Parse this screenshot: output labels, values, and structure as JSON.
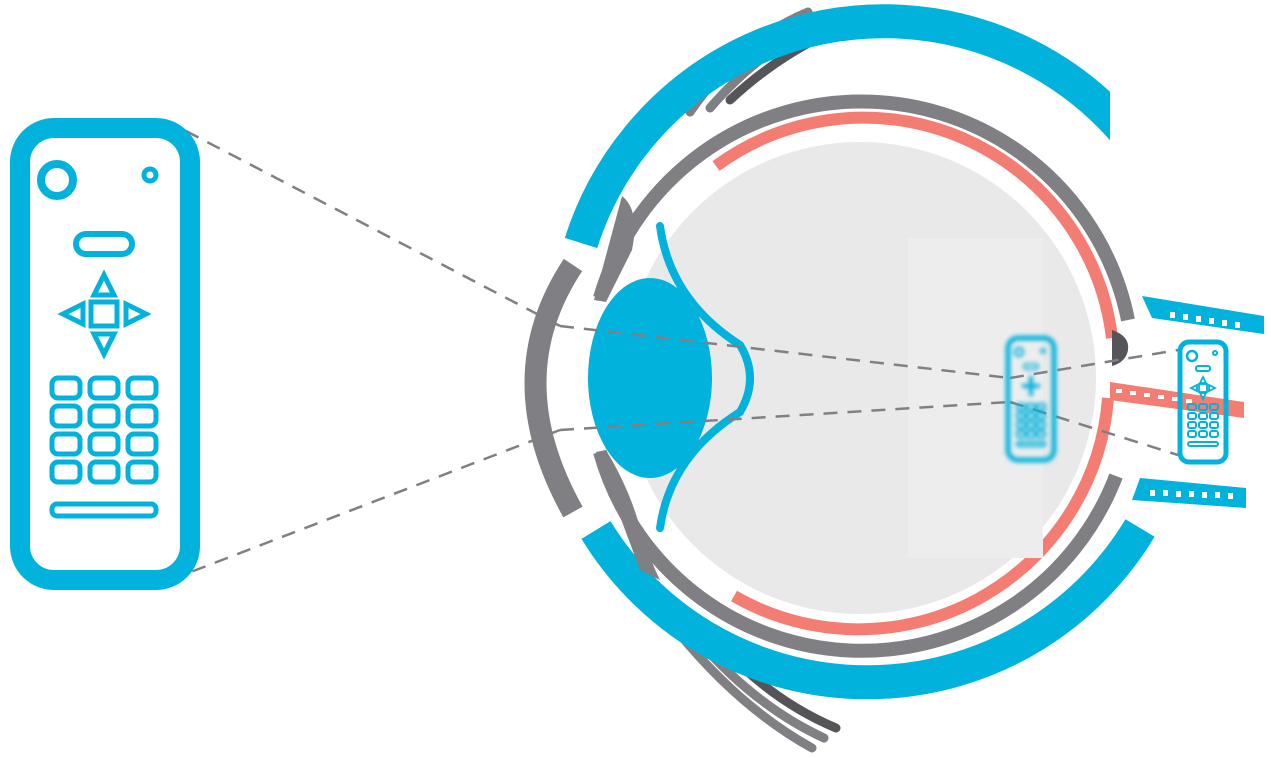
{
  "diagram": {
    "subject": "eye-optics-remote-control",
    "colors": {
      "background": "#ffffff",
      "sclera": "#00b2dc",
      "choroid": "#808084",
      "retina": "#f47d73",
      "vitreous": "#e9e9e9",
      "lens": "#00b2dc",
      "cornea": "#808084",
      "ray": "#808084",
      "remote": "#00b2dc",
      "optic_nerve_core": "#f47d73",
      "eyelid": "#808084",
      "eyelid_dark": "#555559"
    },
    "parts": [
      {
        "name": "remote-control-object"
      },
      {
        "name": "light-rays"
      },
      {
        "name": "cornea"
      },
      {
        "name": "lens"
      },
      {
        "name": "ciliary-body"
      },
      {
        "name": "vitreous-body"
      },
      {
        "name": "retina"
      },
      {
        "name": "choroid"
      },
      {
        "name": "sclera"
      },
      {
        "name": "optic-nerve"
      },
      {
        "name": "retinal-image"
      },
      {
        "name": "perceived-image"
      },
      {
        "name": "upper-eyelid"
      },
      {
        "name": "lower-eyelid"
      }
    ]
  }
}
